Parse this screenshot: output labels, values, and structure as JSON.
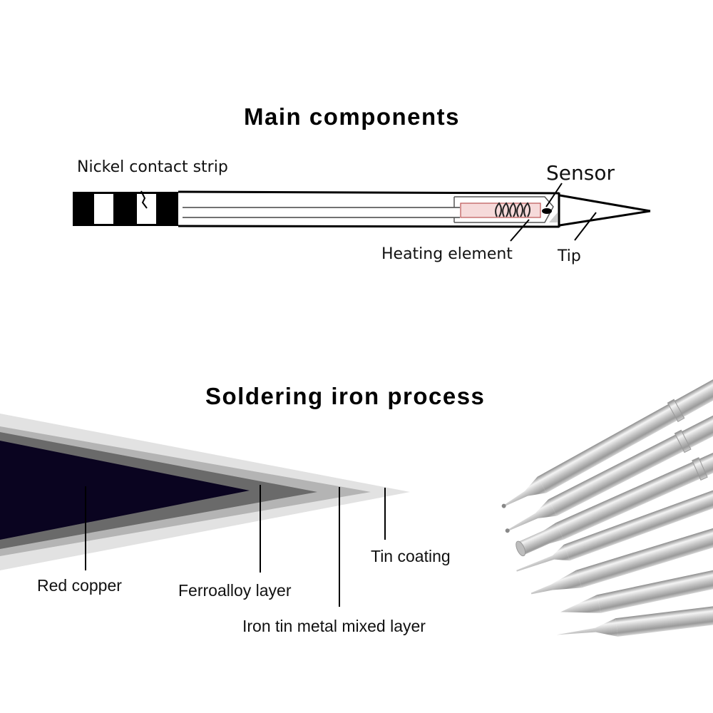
{
  "main_components": {
    "title": "Main components",
    "labels": {
      "nickel_contact_strip": "Nickel contact strip",
      "sensor": "Sensor",
      "heating_element": "Heating element",
      "tip": "Tip"
    }
  },
  "process": {
    "title": "Soldering iron process",
    "layers": {
      "red_copper": "Red copper",
      "ferroalloy_layer": "Ferroalloy layer",
      "iron_tin_mixed_layer": "Iron tin metal mixed layer",
      "tin_coating": "Tin coating"
    },
    "colors": {
      "red_copper": "#0a0420",
      "ferroalloy": "#6a6a6a",
      "mixed_layer": "#b4b4b4",
      "tin_coating": "#e2e2e2"
    }
  },
  "photo": {
    "description": "Assorted soldering iron tips",
    "tip_count": 7
  }
}
